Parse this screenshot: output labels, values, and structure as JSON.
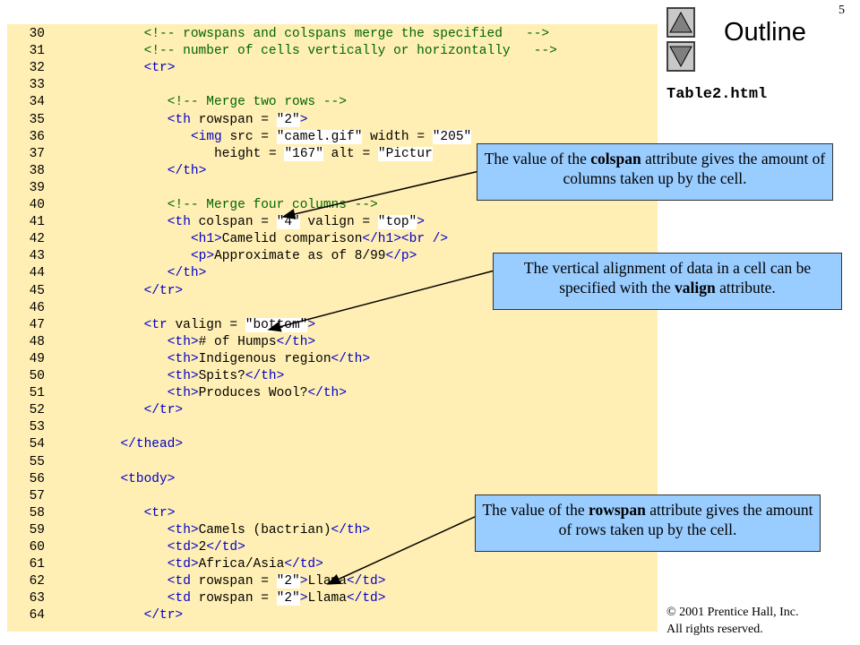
{
  "slide": {
    "page_number": "5",
    "outline_label": "Outline",
    "filename": "Table2.html",
    "copyright_line1": "© 2001 Prentice Hall, Inc.",
    "copyright_line2": "All rights reserved.",
    "nav_up_icon": "triangle-up-icon",
    "nav_down_icon": "triangle-down-icon"
  },
  "colors": {
    "code_background": "#FFEFB4",
    "comment": "#006600",
    "tag": "#0000CC",
    "callout_background": "#99CCFF"
  },
  "code_lines": [
    {
      "n": "30",
      "indent": "            ",
      "tokens": [
        {
          "t": "comment",
          "v": "<!-- rowspans and colspans merge the specified   -->"
        }
      ]
    },
    {
      "n": "31",
      "indent": "            ",
      "tokens": [
        {
          "t": "comment",
          "v": "<!-- number of cells vertically or horizontally   -->"
        }
      ]
    },
    {
      "n": "32",
      "indent": "            ",
      "tokens": [
        {
          "t": "tag",
          "v": "<tr>"
        }
      ]
    },
    {
      "n": "33",
      "indent": "",
      "tokens": []
    },
    {
      "n": "34",
      "indent": "               ",
      "tokens": [
        {
          "t": "comment",
          "v": "<!-- Merge two rows -->"
        }
      ]
    },
    {
      "n": "35",
      "indent": "               ",
      "tokens": [
        {
          "t": "tag",
          "v": "<th "
        },
        {
          "t": "attr",
          "v": "rowspan = "
        },
        {
          "t": "str",
          "v": "\"2\""
        },
        {
          "t": "tag",
          "v": ">"
        }
      ]
    },
    {
      "n": "36",
      "indent": "                  ",
      "tokens": [
        {
          "t": "tag",
          "v": "<img "
        },
        {
          "t": "attr",
          "v": "src = "
        },
        {
          "t": "str",
          "v": "\"camel.gif\""
        },
        {
          "t": "attr",
          "v": " width = "
        },
        {
          "t": "str",
          "v": "\"205\""
        }
      ]
    },
    {
      "n": "37",
      "indent": "                     ",
      "tokens": [
        {
          "t": "attr",
          "v": "height = "
        },
        {
          "t": "str",
          "v": "\"167\""
        },
        {
          "t": "attr",
          "v": " alt = "
        },
        {
          "t": "str",
          "v": "\"Pictur"
        }
      ]
    },
    {
      "n": "38",
      "indent": "               ",
      "tokens": [
        {
          "t": "tag",
          "v": "</th>"
        }
      ]
    },
    {
      "n": "39",
      "indent": "",
      "tokens": []
    },
    {
      "n": "40",
      "indent": "               ",
      "tokens": [
        {
          "t": "comment",
          "v": "<!-- Merge four columns -->"
        }
      ]
    },
    {
      "n": "41",
      "indent": "               ",
      "tokens": [
        {
          "t": "tag",
          "v": "<th "
        },
        {
          "t": "attr",
          "v": "colspan = "
        },
        {
          "t": "str",
          "v": "\"4\""
        },
        {
          "t": "attr",
          "v": " valign = "
        },
        {
          "t": "str",
          "v": "\"top\""
        },
        {
          "t": "tag",
          "v": ">"
        }
      ]
    },
    {
      "n": "42",
      "indent": "                  ",
      "tokens": [
        {
          "t": "tag",
          "v": "<h1>"
        },
        {
          "t": "text",
          "v": "Camelid comparison"
        },
        {
          "t": "tag",
          "v": "</h1><br />"
        }
      ]
    },
    {
      "n": "43",
      "indent": "                  ",
      "tokens": [
        {
          "t": "tag",
          "v": "<p>"
        },
        {
          "t": "text",
          "v": "Approximate as of 8/99"
        },
        {
          "t": "tag",
          "v": "</p>"
        }
      ]
    },
    {
      "n": "44",
      "indent": "               ",
      "tokens": [
        {
          "t": "tag",
          "v": "</th>"
        }
      ]
    },
    {
      "n": "45",
      "indent": "            ",
      "tokens": [
        {
          "t": "tag",
          "v": "</tr>"
        }
      ]
    },
    {
      "n": "46",
      "indent": "",
      "tokens": []
    },
    {
      "n": "47",
      "indent": "            ",
      "tokens": [
        {
          "t": "tag",
          "v": "<tr "
        },
        {
          "t": "attr",
          "v": "valign = "
        },
        {
          "t": "str",
          "v": "\"bottom\""
        },
        {
          "t": "tag",
          "v": ">"
        }
      ]
    },
    {
      "n": "48",
      "indent": "               ",
      "tokens": [
        {
          "t": "tag",
          "v": "<th>"
        },
        {
          "t": "text",
          "v": "# of Humps"
        },
        {
          "t": "tag",
          "v": "</th>"
        }
      ]
    },
    {
      "n": "49",
      "indent": "               ",
      "tokens": [
        {
          "t": "tag",
          "v": "<th>"
        },
        {
          "t": "text",
          "v": "Indigenous region"
        },
        {
          "t": "tag",
          "v": "</th>"
        }
      ]
    },
    {
      "n": "50",
      "indent": "               ",
      "tokens": [
        {
          "t": "tag",
          "v": "<th>"
        },
        {
          "t": "text",
          "v": "Spits?"
        },
        {
          "t": "tag",
          "v": "</th>"
        }
      ]
    },
    {
      "n": "51",
      "indent": "               ",
      "tokens": [
        {
          "t": "tag",
          "v": "<th>"
        },
        {
          "t": "text",
          "v": "Produces Wool?"
        },
        {
          "t": "tag",
          "v": "</th>"
        }
      ]
    },
    {
      "n": "52",
      "indent": "            ",
      "tokens": [
        {
          "t": "tag",
          "v": "</tr>"
        }
      ]
    },
    {
      "n": "53",
      "indent": "",
      "tokens": []
    },
    {
      "n": "54",
      "indent": "         ",
      "tokens": [
        {
          "t": "tag",
          "v": "</thead>"
        }
      ]
    },
    {
      "n": "55",
      "indent": "",
      "tokens": []
    },
    {
      "n": "56",
      "indent": "         ",
      "tokens": [
        {
          "t": "tag",
          "v": "<tbody>"
        }
      ]
    },
    {
      "n": "57",
      "indent": "",
      "tokens": []
    },
    {
      "n": "58",
      "indent": "            ",
      "tokens": [
        {
          "t": "tag",
          "v": "<tr>"
        }
      ]
    },
    {
      "n": "59",
      "indent": "               ",
      "tokens": [
        {
          "t": "tag",
          "v": "<th>"
        },
        {
          "t": "text",
          "v": "Camels (bactrian)"
        },
        {
          "t": "tag",
          "v": "</th>"
        }
      ]
    },
    {
      "n": "60",
      "indent": "               ",
      "tokens": [
        {
          "t": "tag",
          "v": "<td>"
        },
        {
          "t": "text",
          "v": "2"
        },
        {
          "t": "tag",
          "v": "</td>"
        }
      ]
    },
    {
      "n": "61",
      "indent": "               ",
      "tokens": [
        {
          "t": "tag",
          "v": "<td>"
        },
        {
          "t": "text",
          "v": "Africa/Asia"
        },
        {
          "t": "tag",
          "v": "</td>"
        }
      ]
    },
    {
      "n": "62",
      "indent": "               ",
      "tokens": [
        {
          "t": "tag",
          "v": "<td "
        },
        {
          "t": "attr",
          "v": "rowspan = "
        },
        {
          "t": "str",
          "v": "\"2\""
        },
        {
          "t": "tag",
          "v": ">"
        },
        {
          "t": "text",
          "v": "Llama"
        },
        {
          "t": "tag",
          "v": "</td>"
        }
      ]
    },
    {
      "n": "63",
      "indent": "               ",
      "tokens": [
        {
          "t": "tag",
          "v": "<td "
        },
        {
          "t": "attr",
          "v": "rowspan = "
        },
        {
          "t": "str",
          "v": "\"2\""
        },
        {
          "t": "tag",
          "v": ">"
        },
        {
          "t": "text",
          "v": "Llama"
        },
        {
          "t": "tag",
          "v": "</td>"
        }
      ]
    },
    {
      "n": "64",
      "indent": "            ",
      "tokens": [
        {
          "t": "tag",
          "v": "</tr>"
        }
      ]
    }
  ],
  "callouts": {
    "colspan": {
      "before": "The value of the ",
      "keyword": "colspan",
      "after": " attribute gives the amount of columns taken up by the cell."
    },
    "valign": {
      "before": "The vertical alignment of data in a cell can be specified with the ",
      "keyword": "valign",
      "after": " attribute."
    },
    "rowspan": {
      "before": "The value of the ",
      "keyword": "rowspan",
      "after": " attribute gives the amount of rows taken up by the cell."
    }
  }
}
